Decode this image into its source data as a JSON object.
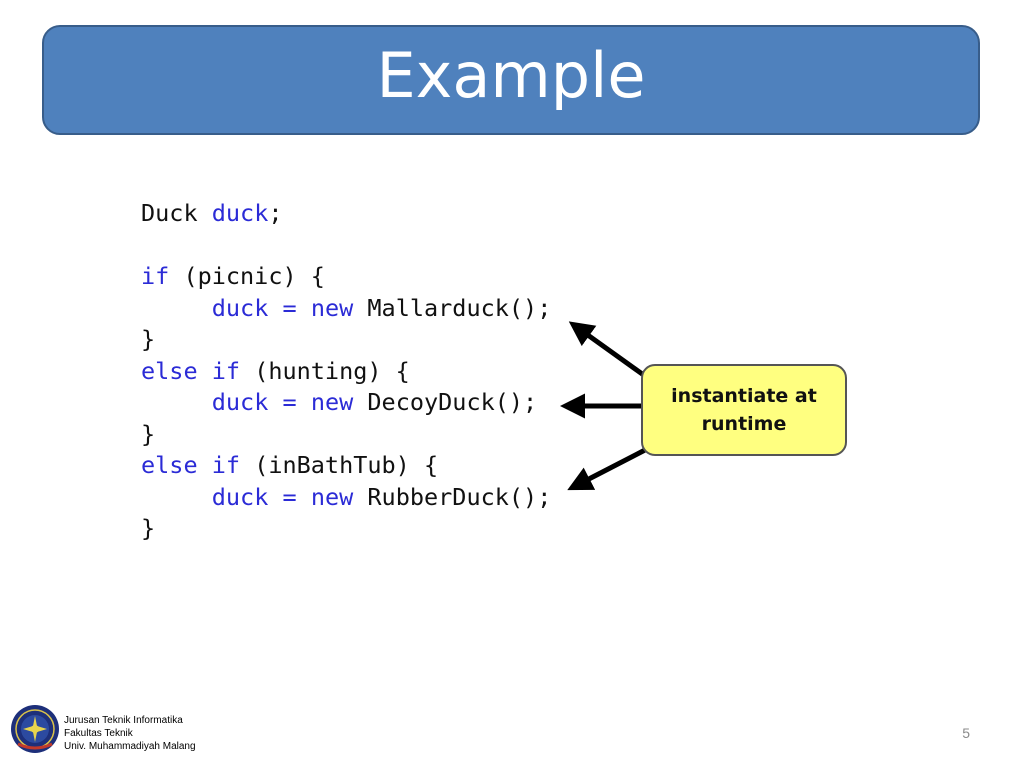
{
  "slide": {
    "title": "Example",
    "page_number": "5"
  },
  "code": {
    "lines": [
      [
        {
          "t": "Duck ",
          "k": false
        },
        {
          "t": "duck",
          "k": true
        },
        {
          "t": ";",
          "k": false
        }
      ],
      [],
      [
        {
          "t": "if",
          "k": true
        },
        {
          "t": " (picnic) {",
          "k": false
        }
      ],
      [
        {
          "t": "     ",
          "k": false
        },
        {
          "t": "duck",
          "k": true
        },
        {
          "t": " ",
          "k": false
        },
        {
          "t": "=",
          "k": true
        },
        {
          "t": " ",
          "k": false
        },
        {
          "t": "new",
          "k": true
        },
        {
          "t": " Mallarduck();",
          "k": false
        }
      ],
      [
        {
          "t": "}",
          "k": false
        }
      ],
      [
        {
          "t": "else",
          "k": true
        },
        {
          "t": " ",
          "k": false
        },
        {
          "t": "if",
          "k": true
        },
        {
          "t": " (hunting) {",
          "k": false
        }
      ],
      [
        {
          "t": "     ",
          "k": false
        },
        {
          "t": "duck",
          "k": true
        },
        {
          "t": " ",
          "k": false
        },
        {
          "t": "=",
          "k": true
        },
        {
          "t": " ",
          "k": false
        },
        {
          "t": "new",
          "k": true
        },
        {
          "t": " DecoyDuck();",
          "k": false
        }
      ],
      [
        {
          "t": "}",
          "k": false
        }
      ],
      [
        {
          "t": "else",
          "k": true
        },
        {
          "t": " ",
          "k": false
        },
        {
          "t": "if",
          "k": true
        },
        {
          "t": " (inBathTub) {",
          "k": false
        }
      ],
      [
        {
          "t": "     ",
          "k": false
        },
        {
          "t": "duck",
          "k": true
        },
        {
          "t": " ",
          "k": false
        },
        {
          "t": "=",
          "k": true
        },
        {
          "t": " ",
          "k": false
        },
        {
          "t": "new",
          "k": true
        },
        {
          "t": " RubberDuck();",
          "k": false
        }
      ],
      [
        {
          "t": "}",
          "k": false
        }
      ]
    ]
  },
  "callout": {
    "text": "instantiate at runtime"
  },
  "footer": {
    "line1": "Jurusan Teknik Informatika",
    "line2": "Fakultas Teknik",
    "line3": "Univ. Muhammadiyah Malang"
  },
  "colors": {
    "title_fill": "#4f81bd",
    "keyword": "#2b2bd6",
    "callout_fill": "#ffff80"
  },
  "icons": {
    "logo": "university-seal-icon"
  }
}
